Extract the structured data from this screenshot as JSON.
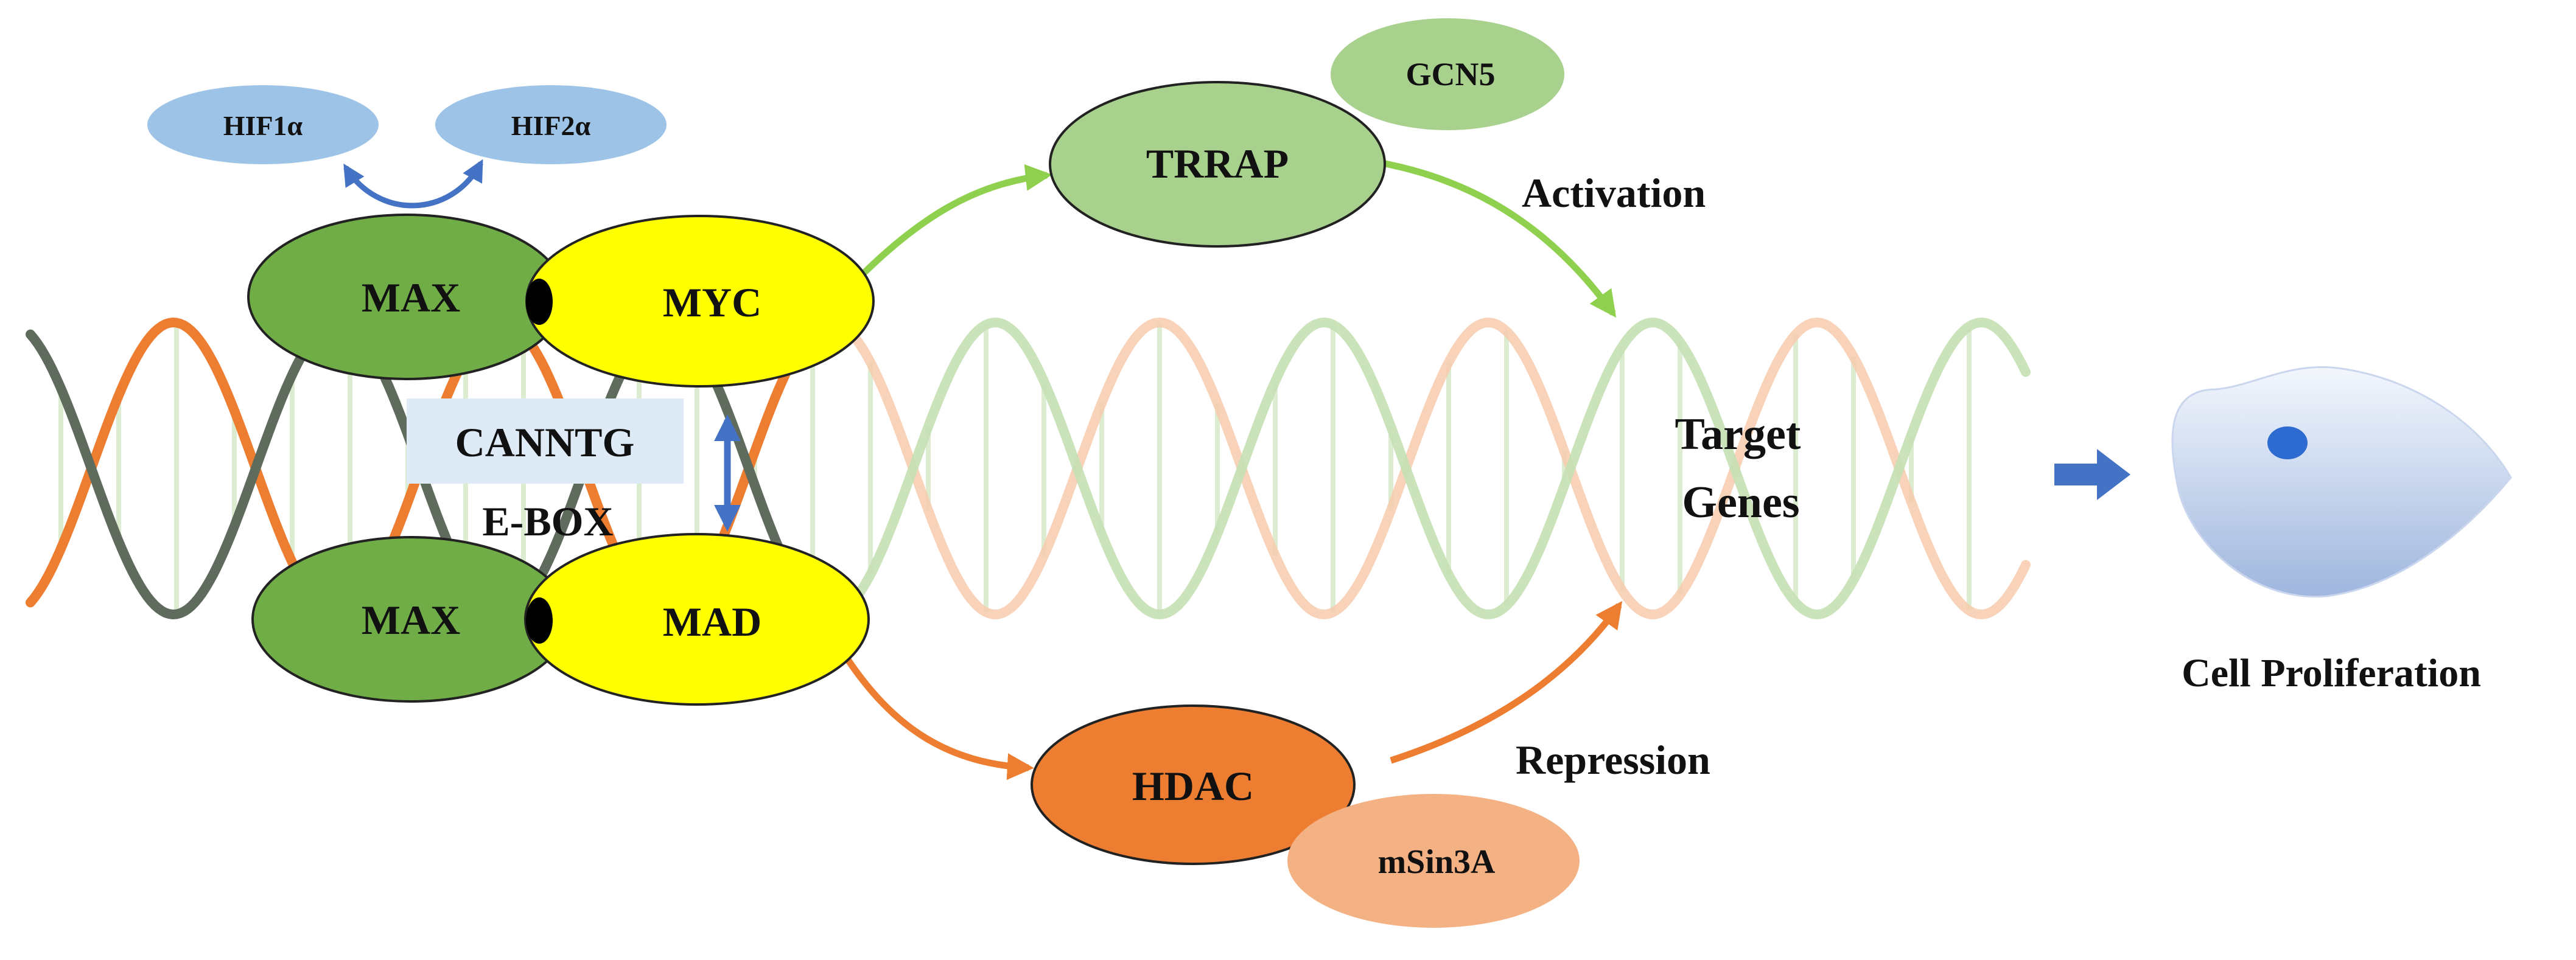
{
  "nodes": {
    "hif1a": "HIF1α",
    "hif2a": "HIF2α",
    "max_top": "MAX",
    "myc": "MYC",
    "cannntg": "CANNTG",
    "ebox": "E-BOX",
    "max_bottom": "MAX",
    "mad": "MAD",
    "gcn5": "GCN5",
    "trrap": "TRRAP",
    "activation": "Activation",
    "target_line1": "Target",
    "target_line2": "Genes",
    "hdac": "HDAC",
    "msin3a": "mSin3A",
    "repression": "Repression",
    "cell_proliferation": "Cell Proliferation"
  },
  "colors": {
    "hif_blue": "#9dc3e6",
    "max_green": "#70ad47",
    "myc_yellow": "#ffff00",
    "trrap_green": "#a9d18e",
    "hdac_orange": "#ed7d31",
    "msin3a_orange": "#f4b183",
    "dna_orange": "#ed7d31",
    "dna_gray": "#5f6b5c",
    "dna_faint_green": "#c5e0b4",
    "dna_faint_orange": "#f8cbad",
    "arrow_blue": "#4472c4",
    "activation_arrow": "#8fd14f",
    "repression_arrow": "#ed7d31",
    "cell_blue": "#8eaadb"
  }
}
